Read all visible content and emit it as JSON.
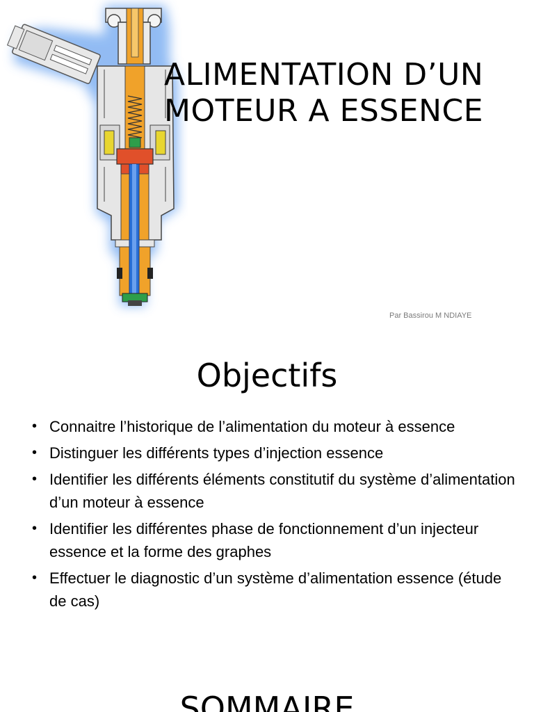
{
  "slide1": {
    "title_line1": "ALIMENTATION D’UN",
    "title_line2": "MOTEUR A ESSENCE",
    "author": "Par Bassirou M NDIAYE",
    "image_icon": "fuel-injector-diagram"
  },
  "slide2": {
    "title": "Objectifs",
    "bullets": [
      "Connaitre l’historique de l’alimentation du moteur à essence",
      "Distinguer les différents types d’injection essence",
      "Identifier les différents éléments constitutif du système d’alimentation d’un moteur à essence",
      "Identifier les différentes phase de fonctionnement d’un injecteur essence et la forme des graphes",
      "Effectuer le diagnostic d’un système d’alimentation essence (étude de cas)"
    ]
  },
  "slide3": {
    "title": "SOMMAIRE"
  },
  "colors": {
    "glow": "#8fb8f0",
    "body_grey": "#e6e6e6",
    "fuel_orange": "#f0a22a",
    "needle_red": "#e0502a",
    "needle_blue": "#2a6fd6",
    "coil_yellow": "#e8d630",
    "nozzle_green": "#2e9e4a"
  }
}
